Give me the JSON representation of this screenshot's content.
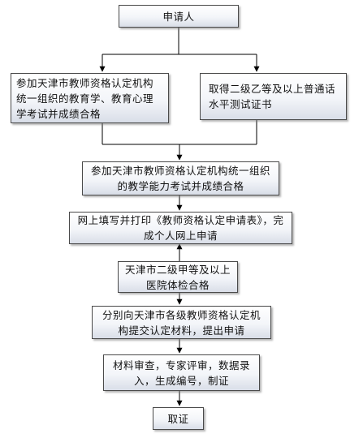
{
  "nodes": {
    "applicant": "申请人",
    "exam_pedagogy": "参加天津市教师资格认定机构统一组织的教育学、教育心理学考试并成绩合格",
    "mandarin": "取得二级乙等及以上普通话水平测试证书",
    "teaching_ability": "参加天津市教师资格认定机构统一组织的教学能力考试并成绩合格",
    "online_application": "网上填写并打印《教师资格认定申请表》，完成个人网上申请",
    "medical_check": "天津市二级甲等及以上医院体检合格",
    "submit_materials": "分别向天津市各级教师资格认定机构提交认定材料，提出申请",
    "review": "材料审查，专家评审，数据录入，生成编号，制证",
    "get_certificate": "取证"
  },
  "colors": {
    "line": "#000000",
    "border": "#4a4a4a"
  }
}
